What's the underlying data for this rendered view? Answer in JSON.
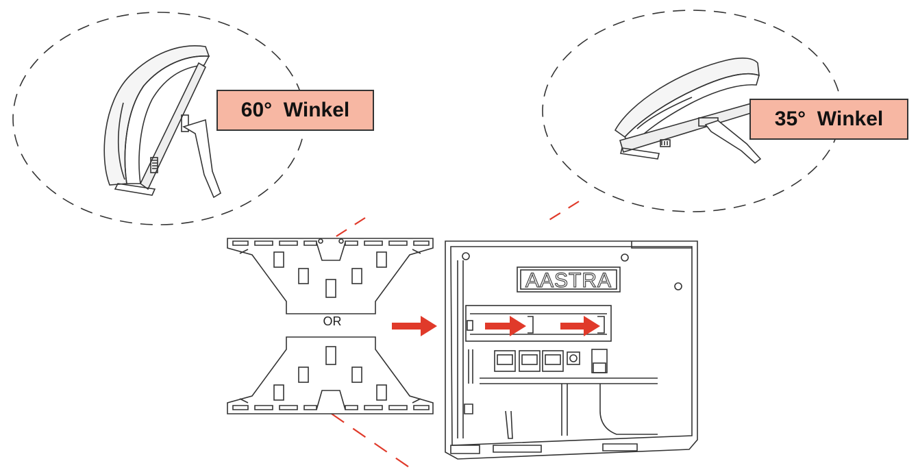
{
  "labels": {
    "angle_60": "60°  Winkel",
    "angle_35": "35°  Winkel",
    "or": "OR",
    "brand": "AASTRA"
  },
  "colors": {
    "label_fill": "#f7b7a3",
    "arrow_red": "#e03a2a",
    "line_dark": "#333333"
  }
}
